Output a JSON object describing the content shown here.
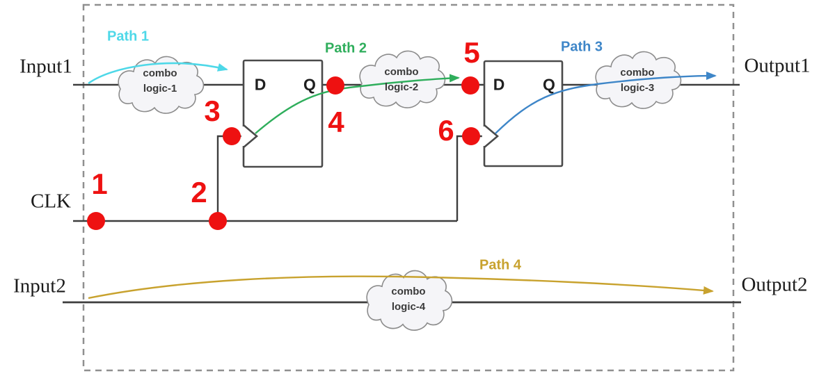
{
  "diagram": {
    "io_labels": {
      "input1": "Input1",
      "output1": "Output1",
      "clk": "CLK",
      "input2": "Input2",
      "output2": "Output2"
    },
    "paths": [
      {
        "label": "Path 1",
        "color": "#4ed8e8"
      },
      {
        "label": "Path 2",
        "color": "#2fae5c"
      },
      {
        "label": "Path 3",
        "color": "#3e86c8"
      },
      {
        "label": "Path 4",
        "color": "#c8a22e"
      }
    ],
    "flipflops": [
      {
        "d_label": "D",
        "q_label": "Q"
      },
      {
        "d_label": "D",
        "q_label": "Q"
      }
    ],
    "clouds": [
      {
        "line1": "combo",
        "line2": "logic-1"
      },
      {
        "line1": "combo",
        "line2": "logic-2"
      },
      {
        "line1": "combo",
        "line2": "logic-3"
      },
      {
        "line1": "combo",
        "line2": "logic-4"
      }
    ],
    "point_markers": [
      {
        "label": "1"
      },
      {
        "label": "2"
      },
      {
        "label": "3"
      },
      {
        "label": "4"
      },
      {
        "label": "5"
      },
      {
        "label": "6"
      }
    ],
    "colors": {
      "marker_red": "#ee1111",
      "wire": "#3d3d3d",
      "ff_border": "#4a4a4a",
      "cloud_fill": "#f5f5f8",
      "cloud_stroke": "#8c8c8c",
      "dashed_border": "#8f8f8f"
    }
  }
}
